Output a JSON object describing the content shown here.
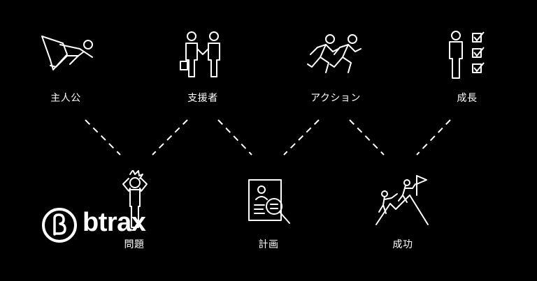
{
  "steps": {
    "protagonist": "主人公",
    "supporter": "支援者",
    "action": "アクション",
    "growth": "成長",
    "problem": "問題",
    "plan": "計画",
    "success": "成功"
  },
  "logo": {
    "text": "btrax",
    "icon": "b-circle-logo"
  },
  "icons": {
    "protagonist": "flying-hero-icon",
    "supporter": "handshake-icon",
    "action": "running-people-icon",
    "growth": "checklist-person-icon",
    "problem": "stressed-person-icon",
    "plan": "document-magnifier-icon",
    "success": "summit-flag-icon"
  },
  "colors": {
    "background": "#000000",
    "foreground": "#ffffff"
  }
}
